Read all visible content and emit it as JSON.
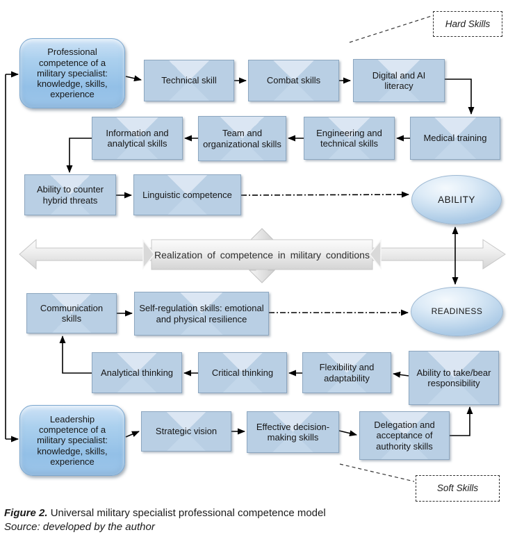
{
  "labels": {
    "hard_skills": "Hard Skills",
    "soft_skills": "Soft Skills"
  },
  "center_arrow": {
    "label": "Realization of competence in military conditions"
  },
  "nodes": {
    "professional": "Professional competence of a military specialist: knowledge, skills, experience",
    "technical": "Technical skill",
    "combat": "Combat skills",
    "digital": "Digital and AI literacy",
    "medical": "Medical training",
    "engineering": "Engineering and technical skills",
    "team": "Team and organizational skills",
    "information": "Information and analytical skills",
    "hybrid": "Ability to counter hybrid threats",
    "linguistic": "Linguistic competence",
    "ability": "ABILITY",
    "communication": "Communication skills",
    "selfregulation": "Self-regulation skills: emotional and physical resilience",
    "readiness": "READINESS",
    "analytical": "Analytical thinking",
    "critical": "Critical thinking",
    "flexibility": "Flexibility and adaptability",
    "responsibility": "Ability to take/bear responsibility",
    "leadership": "Leadership competence of a military specialist: knowledge, skills, experience",
    "strategic": "Strategic vision",
    "effective": "Effective decision-making skills",
    "delegation": "Delegation and acceptance of authority skills"
  },
  "caption": {
    "figure_label": "Figure 2.",
    "figure_text": "Universal military specialist professional competence model",
    "source": "Source: developed by the author"
  },
  "colors": {
    "box_border": "#8ca6bf",
    "facet_side": "#b9cfe4",
    "facet_bottom": "#c3d7ea",
    "facet_top": "#dbe6f3",
    "rounded_fill": "#9cc5e9",
    "ellipse_fill": "#cfe3f3",
    "arrow_band": "#e6e6e6"
  }
}
